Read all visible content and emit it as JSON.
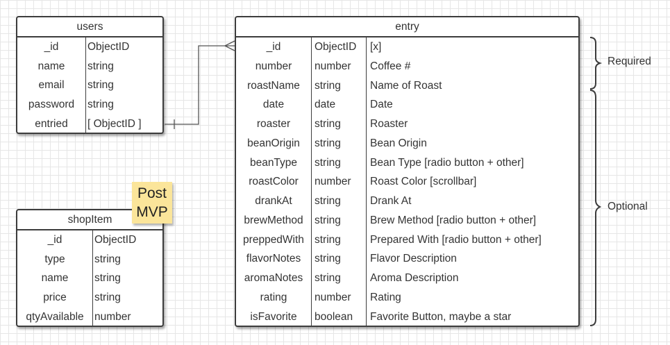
{
  "users": {
    "title": "users",
    "rows": [
      [
        "_id",
        "ObjectID"
      ],
      [
        "name",
        "string"
      ],
      [
        "email",
        "string"
      ],
      [
        "password",
        "string"
      ],
      [
        "entried",
        "[ ObjectID ]"
      ]
    ]
  },
  "shopItem": {
    "title": "shopItem",
    "rows": [
      [
        "_id",
        "ObjectID"
      ],
      [
        "type",
        "string"
      ],
      [
        "name",
        "string"
      ],
      [
        "price",
        "string"
      ],
      [
        "qtyAvailable",
        "number"
      ]
    ]
  },
  "entry": {
    "title": "entry",
    "rows": [
      [
        "_id",
        "ObjectID",
        "[x]"
      ],
      [
        "number",
        "number",
        "Coffee #"
      ],
      [
        "roastName",
        "string",
        "Name of Roast"
      ],
      [
        "date",
        "date",
        "Date"
      ],
      [
        "roaster",
        "string",
        "Roaster"
      ],
      [
        "beanOrigin",
        "string",
        "Bean Origin"
      ],
      [
        "beanType",
        "string",
        "Bean Type [radio button + other]"
      ],
      [
        "roastColor",
        "number",
        "Roast Color [scrollbar]"
      ],
      [
        "drankAt",
        "string",
        "Drank At"
      ],
      [
        "brewMethod",
        "string",
        "Brew Method [radio button + other]"
      ],
      [
        "preppedWith",
        "string",
        "Prepared With [radio button + other]"
      ],
      [
        "flavorNotes",
        "string",
        "Flavor Description"
      ],
      [
        "aromaNotes",
        "string",
        "Aroma Description"
      ],
      [
        "rating",
        "number",
        "Rating"
      ],
      [
        "isFavorite",
        "boolean",
        "Favorite Button, maybe a star"
      ]
    ]
  },
  "note": {
    "line1": "Post",
    "line2": "MVP"
  },
  "annotations": {
    "required": "Required",
    "optional": "Optional"
  },
  "colors": {
    "line": "#3c3c3c",
    "sticky": "#fbe59a",
    "grid": "#e6e6e6"
  }
}
